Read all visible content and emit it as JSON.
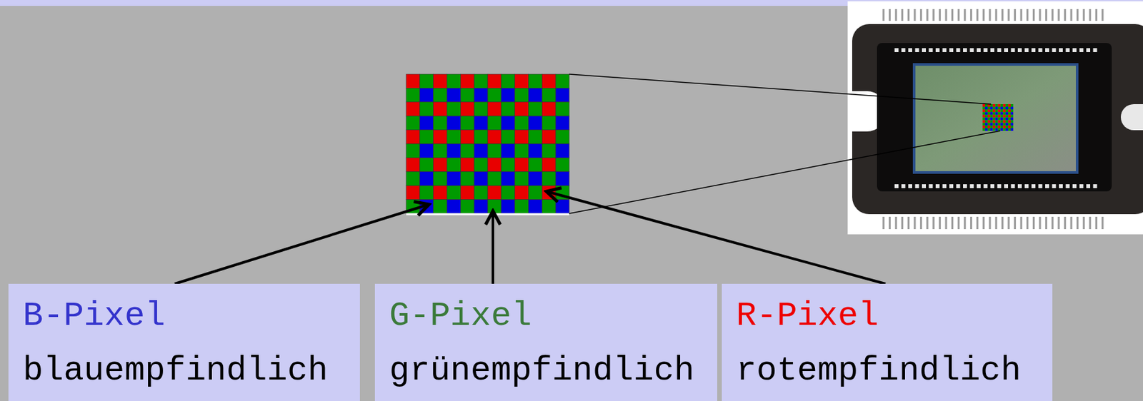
{
  "diagram": {
    "nodes": [
      {
        "text": [
          "B-Pixel",
          "blauempfindlich"
        ]
      },
      {
        "text": [
          "G-Pixel",
          "grünempfindlich"
        ]
      },
      {
        "text": [
          "R-Pixel",
          "rotempfindlich"
        ]
      }
    ]
  }
}
